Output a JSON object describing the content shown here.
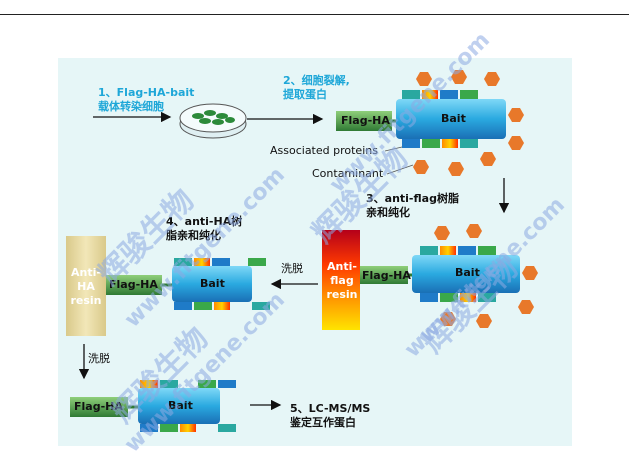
{
  "steps": {
    "step1": "1、Flag-HA-bait\n载体转染细胞",
    "step2": "2、细胞裂解,\n提取蛋白",
    "step3": "3、anti-flag树脂\n亲和纯化",
    "step4": "4、anti-HA树\n脂亲和纯化",
    "step5": "5、LC-MS/MS\n鉴定互作蛋白"
  },
  "labels": {
    "flag_ha": "Flag-HA",
    "bait": "Bait",
    "associated_proteins": "Associated proteins",
    "contaminant": "Contaminant",
    "wash_elute": "洗脱",
    "anti_flag_resin": "Anti-\nflag\nresin",
    "anti_ha_resin": "Anti-\nHA\nresin"
  },
  "watermark": {
    "url": "www.fitgene.com",
    "brand": "辉骏生物"
  },
  "colors": {
    "panel_bg": "#e6f6f7",
    "bait": "#2aa9e0",
    "flag_ha": "#3a8a3e",
    "contaminant": "#e8782a",
    "step_blue": "#1ea7d8"
  }
}
